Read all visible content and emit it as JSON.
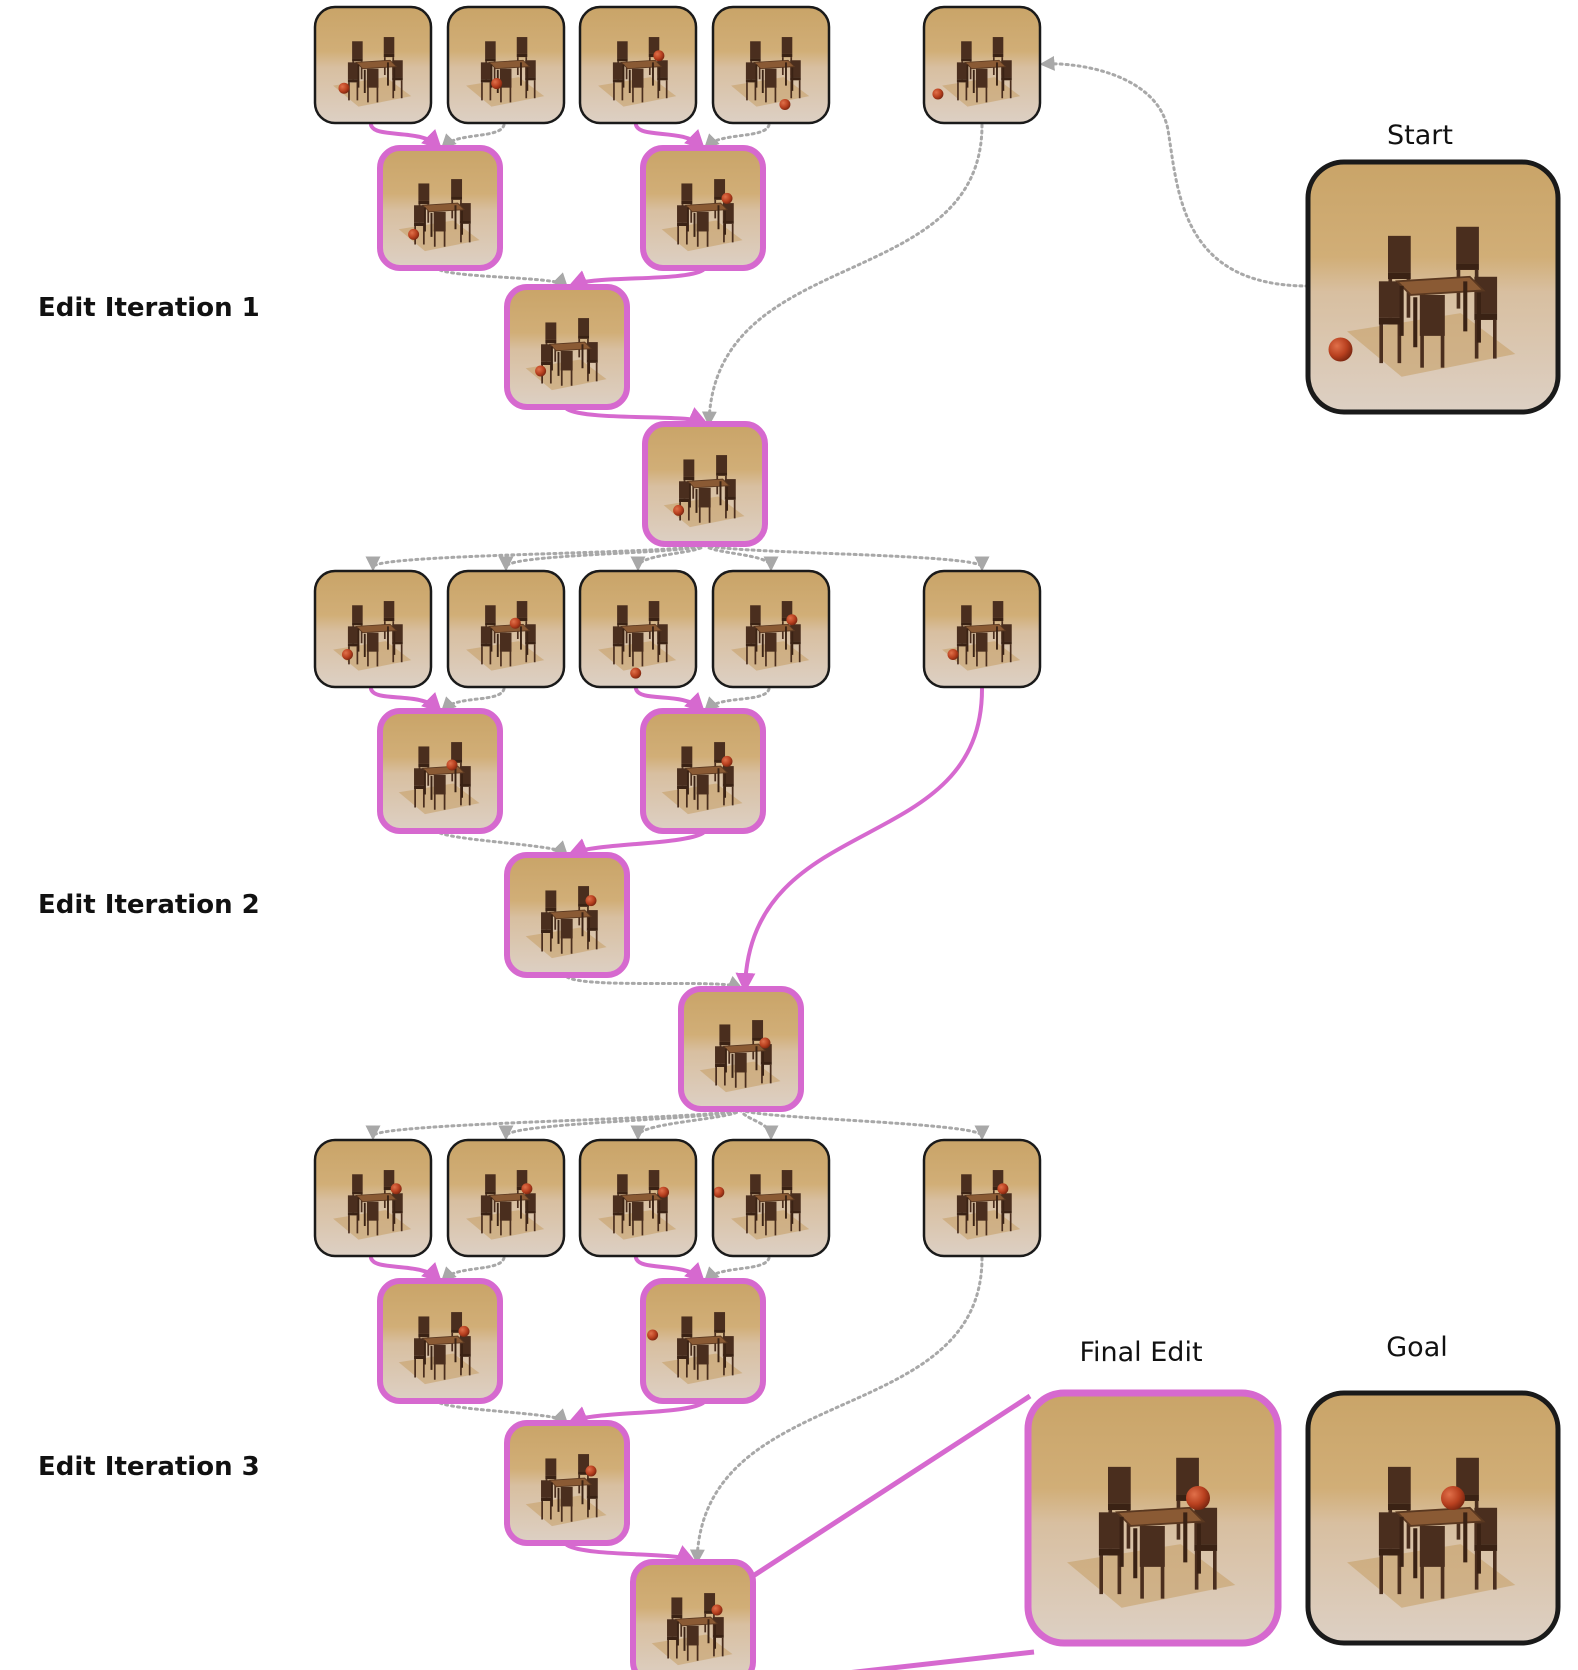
{
  "labels": {
    "iteration_1": "Edit Iteration 1",
    "iteration_2": "Edit Iteration 2",
    "iteration_3": "Edit Iteration 3",
    "start": "Start",
    "final_edit": "Final Edit",
    "goal": "Goal"
  },
  "colors": {
    "selected_border": "#d669cf",
    "unselected_border": "#1a1a1a",
    "connector_selected": "#d669cf",
    "connector_unselected": "#a8a8a8",
    "scene_sky": "#c9a468",
    "scene_floor": "#dccbba",
    "furniture": "#4a2e1e",
    "ball": "#b8401f"
  },
  "iterations": [
    {
      "candidates_ball": [
        {
          "bx": 0.25,
          "by": 0.7
        },
        {
          "bx": 0.42,
          "by": 0.66
        },
        {
          "bx": 0.68,
          "by": 0.42
        },
        {
          "bx": 0.62,
          "by": 0.84
        }
      ],
      "extra_ball": {
        "bx": 0.12,
        "by": 0.75
      },
      "pair_winners_ball": [
        {
          "bx": 0.28,
          "by": 0.72
        },
        {
          "bx": 0.7,
          "by": 0.42
        }
      ],
      "semifinal_ball": {
        "bx": 0.28,
        "by": 0.7
      },
      "result_ball": {
        "bx": 0.28,
        "by": 0.72
      }
    },
    {
      "candidates_ball": [
        {
          "bx": 0.28,
          "by": 0.72
        },
        {
          "bx": 0.58,
          "by": 0.45
        },
        {
          "bx": 0.48,
          "by": 0.88
        },
        {
          "bx": 0.68,
          "by": 0.42
        }
      ],
      "extra_ball": {
        "bx": 0.25,
        "by": 0.72
      },
      "pair_winners_ball": [
        {
          "bx": 0.6,
          "by": 0.45
        },
        {
          "bx": 0.7,
          "by": 0.42
        }
      ],
      "semifinal_ball": {
        "bx": 0.7,
        "by": 0.38
      },
      "result_ball": {
        "bx": 0.7,
        "by": 0.45
      }
    },
    {
      "candidates_ball": [
        {
          "bx": 0.7,
          "by": 0.42
        },
        {
          "bx": 0.68,
          "by": 0.42
        },
        {
          "bx": 0.72,
          "by": 0.45
        },
        {
          "bx": 0.05,
          "by": 0.45
        }
      ],
      "extra_ball": {
        "bx": 0.68,
        "by": 0.42
      },
      "pair_winners_ball": [
        {
          "bx": 0.7,
          "by": 0.42
        },
        {
          "bx": 0.08,
          "by": 0.45
        }
      ],
      "semifinal_ball": {
        "bx": 0.7,
        "by": 0.4
      },
      "result_ball": {
        "bx": 0.7,
        "by": 0.4
      }
    }
  ],
  "start_ball": {
    "bx": 0.13,
    "by": 0.75
  },
  "final_edit_ball": {
    "bx": 0.68,
    "by": 0.42
  },
  "goal_ball": {
    "bx": 0.58,
    "by": 0.42
  }
}
